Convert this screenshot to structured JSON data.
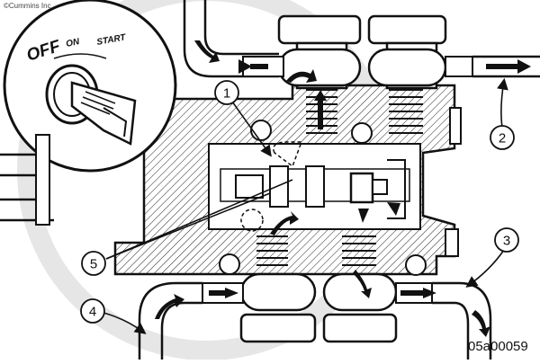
{
  "copyright": "©Cummins Inc",
  "figure_code": "05a00059",
  "key_switch": {
    "off": "OFF",
    "on": "ON",
    "start": "START"
  },
  "callouts": [
    "1",
    "2",
    "3",
    "4",
    "5"
  ]
}
